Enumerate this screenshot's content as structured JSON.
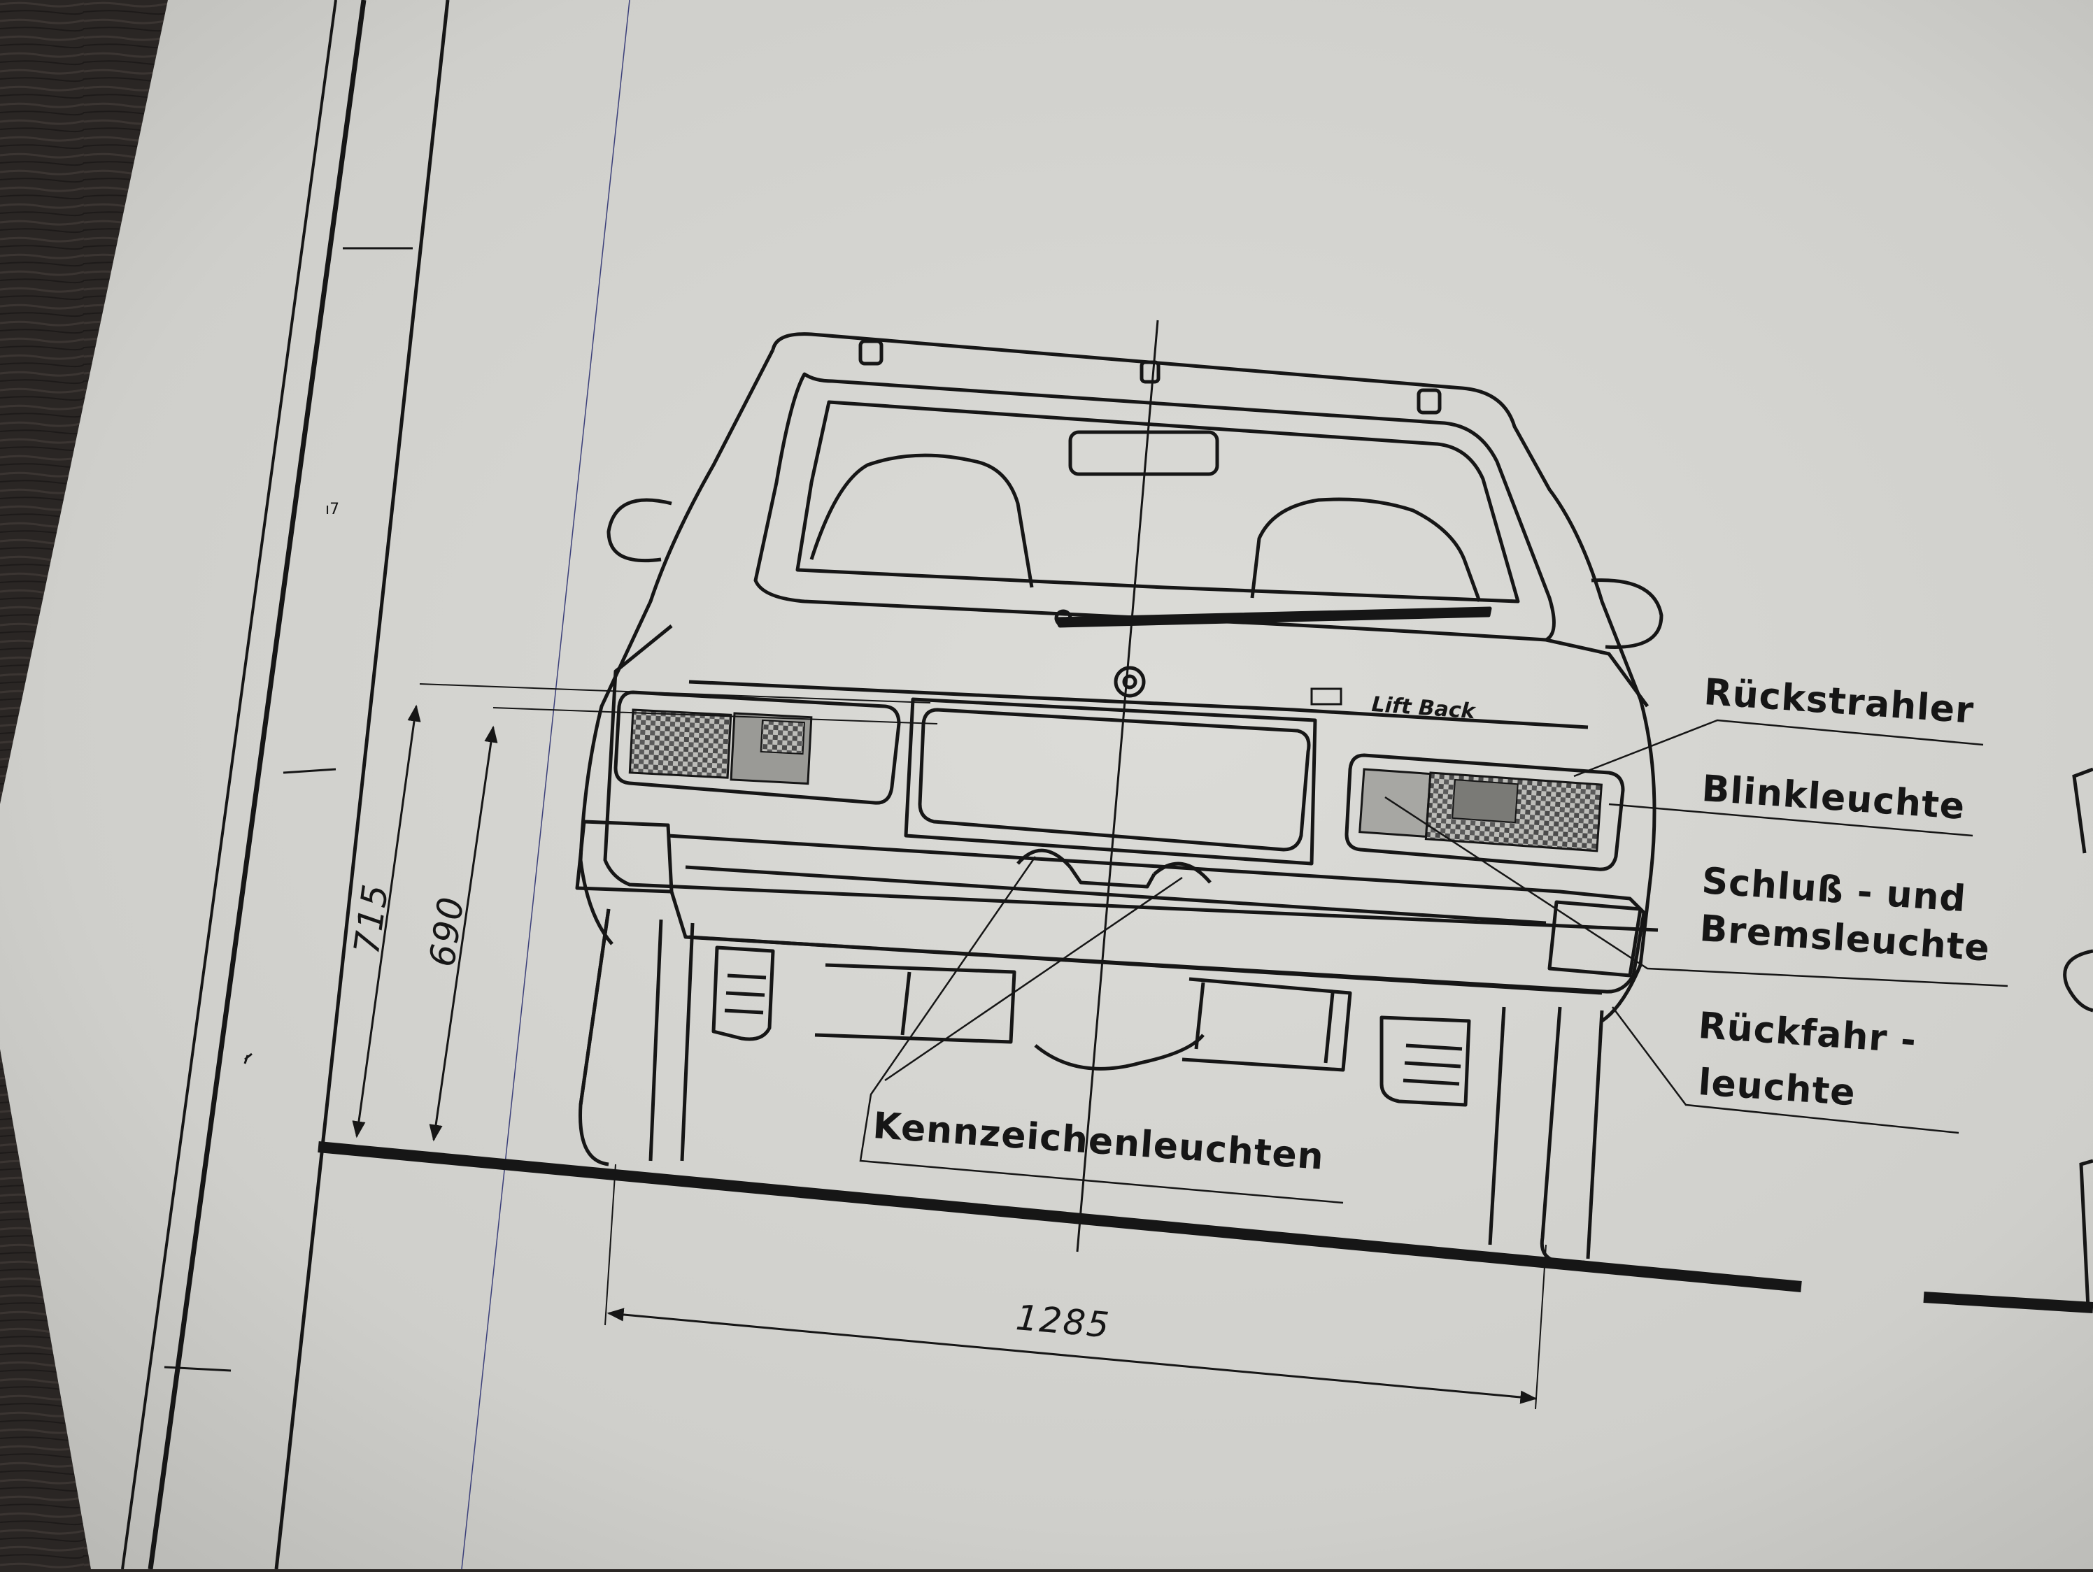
{
  "callouts": {
    "reflector": "Rückstrahler",
    "indicator": "Blinkleuchte",
    "tail_brake_line1": "Schluß - und",
    "tail_brake_line2": "Bremsleuchte",
    "reversing_line1": "Rückfahr -",
    "reversing_line2": "leuchte",
    "license_plate": "Kennzeichenleuchten"
  },
  "dimensions": {
    "height_outer": "715",
    "height_inner": "690",
    "track_width": "1285"
  },
  "badge": {
    "text": "Lift Back"
  },
  "colors": {
    "paper": "#cfcfcb",
    "ink": "#161616",
    "desk": "#2a2624"
  }
}
